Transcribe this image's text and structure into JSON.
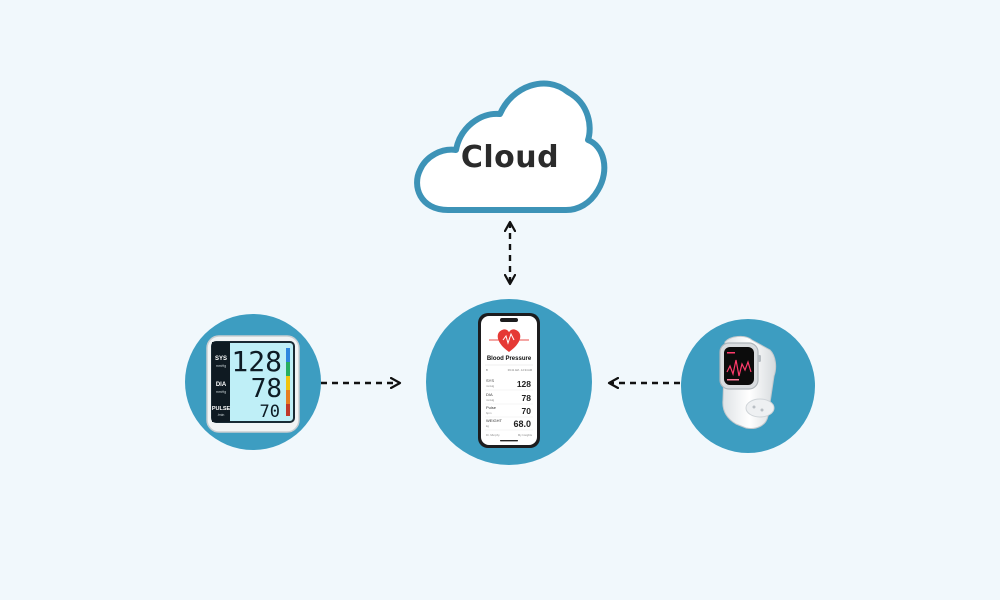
{
  "cloud": {
    "label": "Cloud"
  },
  "bp_monitor": {
    "labels": [
      "SYS",
      "DIA",
      "PULSE"
    ],
    "units": [
      "mmHg",
      "mmHg",
      "/min"
    ],
    "values": [
      "128",
      "78",
      "70"
    ]
  },
  "phone_app": {
    "title": "Blood Pressure",
    "header_left": "8",
    "header_right": "09:41 AM - 12:34 AM",
    "rows": [
      {
        "label": "SYS",
        "unit": "mmHg",
        "value": "128"
      },
      {
        "label": "DIA",
        "unit": "mmHg",
        "value": "78"
      },
      {
        "label": "Pulse",
        "unit": "bpm",
        "value": "70"
      },
      {
        "label": "WEIGHT",
        "unit": "kg",
        "value": "68.0"
      }
    ],
    "footer_left": "Dr. Murphy",
    "footer_right": "My Insights"
  },
  "watch": {
    "screen": "heart-rate-chart"
  },
  "colors": {
    "background": "#f1f8fc",
    "circle": "#3d9dc1",
    "cloud_stroke": "#3d93b7",
    "arrow": "#111111",
    "heart": "#e53935",
    "bp_screen": "#bfeff7"
  },
  "connections": [
    {
      "from": "bp-monitor",
      "to": "phone",
      "style": "dashed-arrow"
    },
    {
      "from": "watch",
      "to": "phone",
      "style": "dashed-arrow"
    },
    {
      "from": "phone",
      "to": "cloud",
      "style": "dashed-double-arrow"
    }
  ]
}
